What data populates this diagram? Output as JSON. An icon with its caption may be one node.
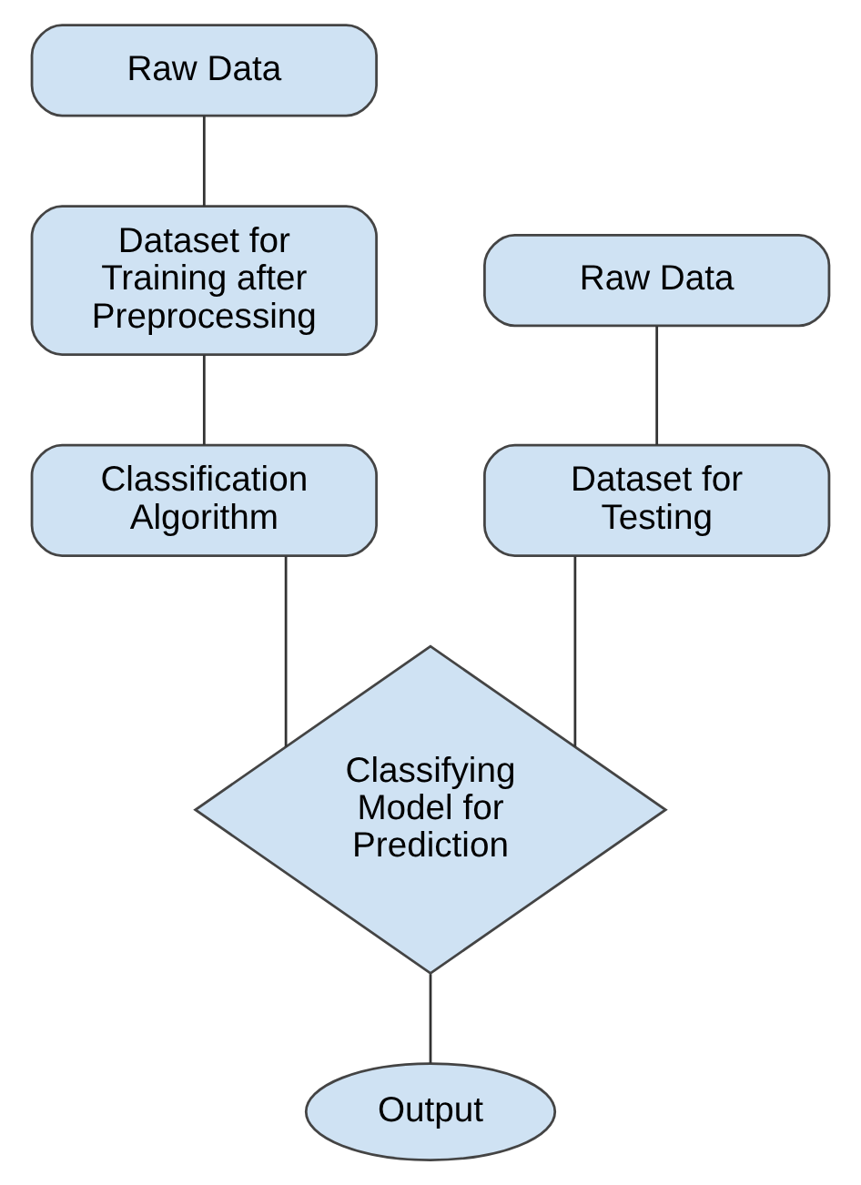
{
  "diagram": {
    "nodes": [
      {
        "text": [
          "Raw Data"
        ]
      },
      {
        "text": [
          "Raw Data"
        ]
      },
      {
        "text": [
          "Dataset for Training after Preprocessing"
        ]
      },
      {
        "text": [
          "Dataset for Testing"
        ]
      },
      {
        "text": [
          "Classification Algorithm"
        ]
      },
      {
        "text": [
          "Classifying Model for Prediction"
        ]
      },
      {
        "text": [
          "Output"
        ]
      }
    ],
    "edges": [
      {
        "from": 0,
        "to": 2,
        "arrow": "none"
      },
      {
        "from": 2,
        "to": 4,
        "arrow": "none"
      },
      {
        "from": 4,
        "to": 5,
        "arrow": "none"
      },
      {
        "from": 1,
        "to": 3,
        "arrow": "none"
      },
      {
        "from": 3,
        "to": 5,
        "arrow": "none"
      },
      {
        "from": 5,
        "to": 6,
        "arrow": "none"
      }
    ]
  }
}
